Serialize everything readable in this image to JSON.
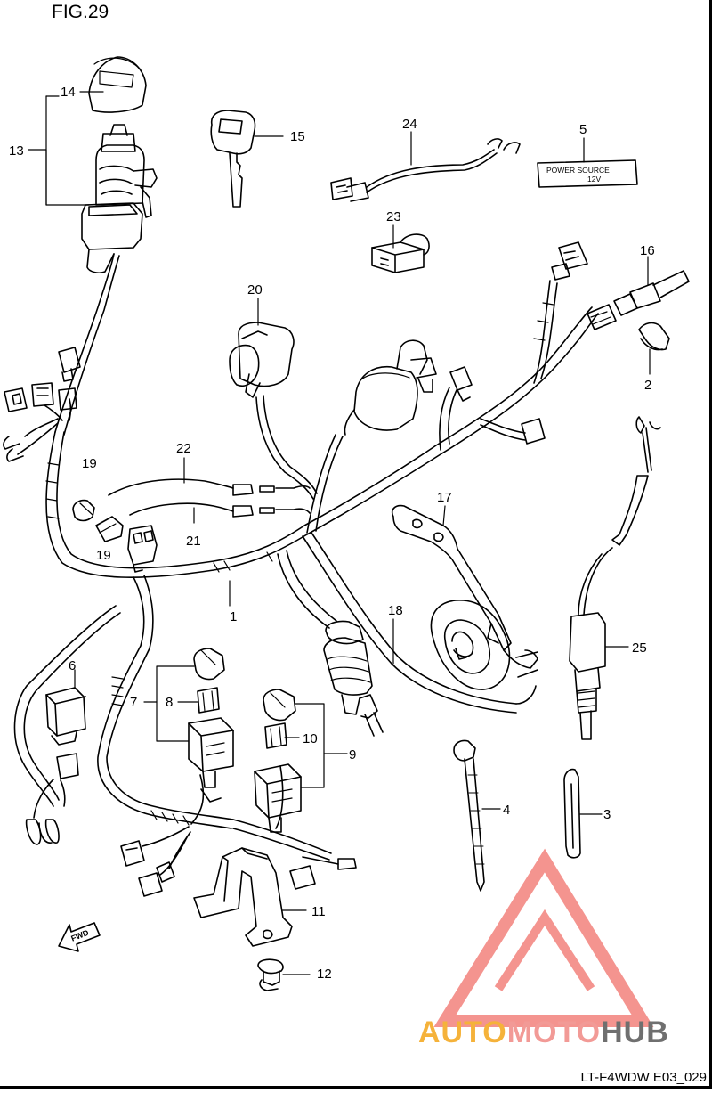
{
  "figure": {
    "title": "FIG.29",
    "code": "LT-F4WDW E03_029",
    "fwd_label": "FWD"
  },
  "label_5": {
    "line1": "POWER SOURCE",
    "line2": "12V"
  },
  "watermark": {
    "part1": "AUTO",
    "part2": "MOTO",
    "part3": "HUB",
    "colors": {
      "auto": "#f5b23a",
      "moto": "#f29a96",
      "hub": "#6f6f6f",
      "logo": "#f0706a"
    }
  },
  "callouts": [
    "1",
    "2",
    "3",
    "4",
    "5",
    "6",
    "7",
    "8",
    "9",
    "10",
    "11",
    "12",
    "13",
    "14",
    "15",
    "16",
    "17",
    "18",
    "19",
    "19",
    "20",
    "21",
    "22",
    "23",
    "24",
    "25"
  ]
}
